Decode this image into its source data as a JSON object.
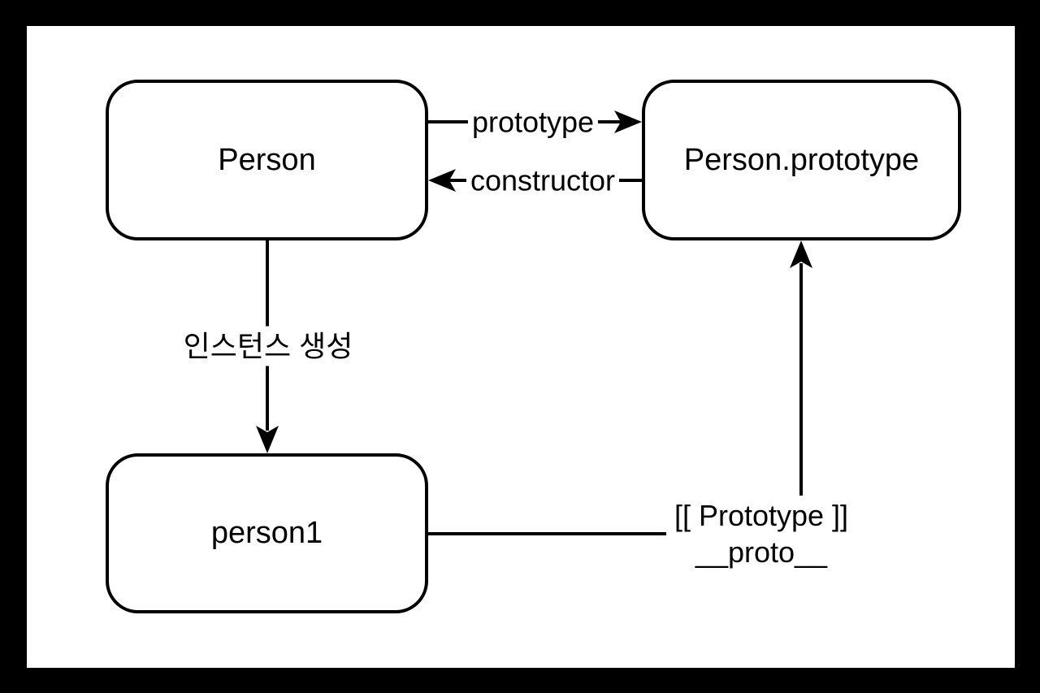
{
  "diagram": {
    "nodes": [
      {
        "id": "person",
        "label": "Person"
      },
      {
        "id": "person-prototype",
        "label": "Person.prototype"
      },
      {
        "id": "person1",
        "label": "person1"
      }
    ],
    "edges": [
      {
        "from": "Person",
        "to": "Person.prototype",
        "direction": "right",
        "label": "prototype"
      },
      {
        "from": "Person.prototype",
        "to": "Person",
        "direction": "left",
        "label": "constructor"
      },
      {
        "from": "Person",
        "to": "person1",
        "direction": "down",
        "label": "인스턴스 생성"
      },
      {
        "from": "person1",
        "to": "Person.prototype",
        "direction": "right-then-up",
        "label_line1": "[[ Prototype ]]",
        "label_line2": "__proto__"
      }
    ],
    "colors": {
      "frame": "#000000",
      "background": "#ffffff",
      "stroke": "#000000",
      "text": "#000000"
    }
  }
}
